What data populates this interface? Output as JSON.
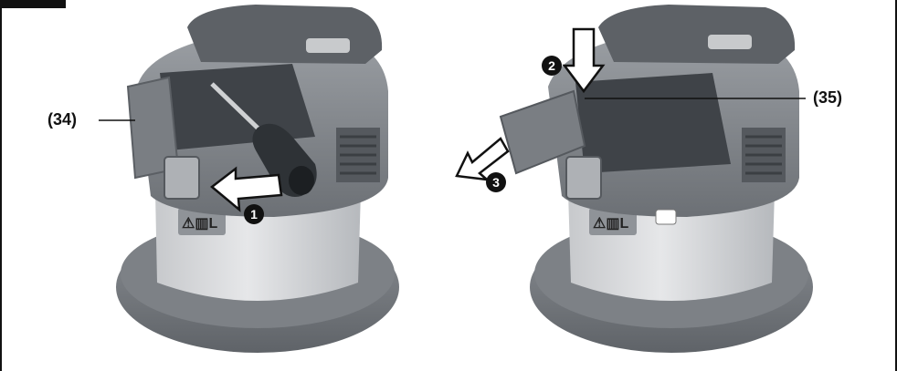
{
  "figure": {
    "labels": {
      "left_callout": "(34)",
      "right_callout": "(35)"
    },
    "steps": [
      "1",
      "2",
      "3"
    ],
    "colors": {
      "body_dark": "#6f7378",
      "body_mid": "#8b8f94",
      "body_light": "#a7abb0",
      "tank": "#d7d9dc",
      "tank_shadow": "#b9bcc0",
      "ink": "#111111",
      "arrow_fill": "#ffffff"
    }
  }
}
